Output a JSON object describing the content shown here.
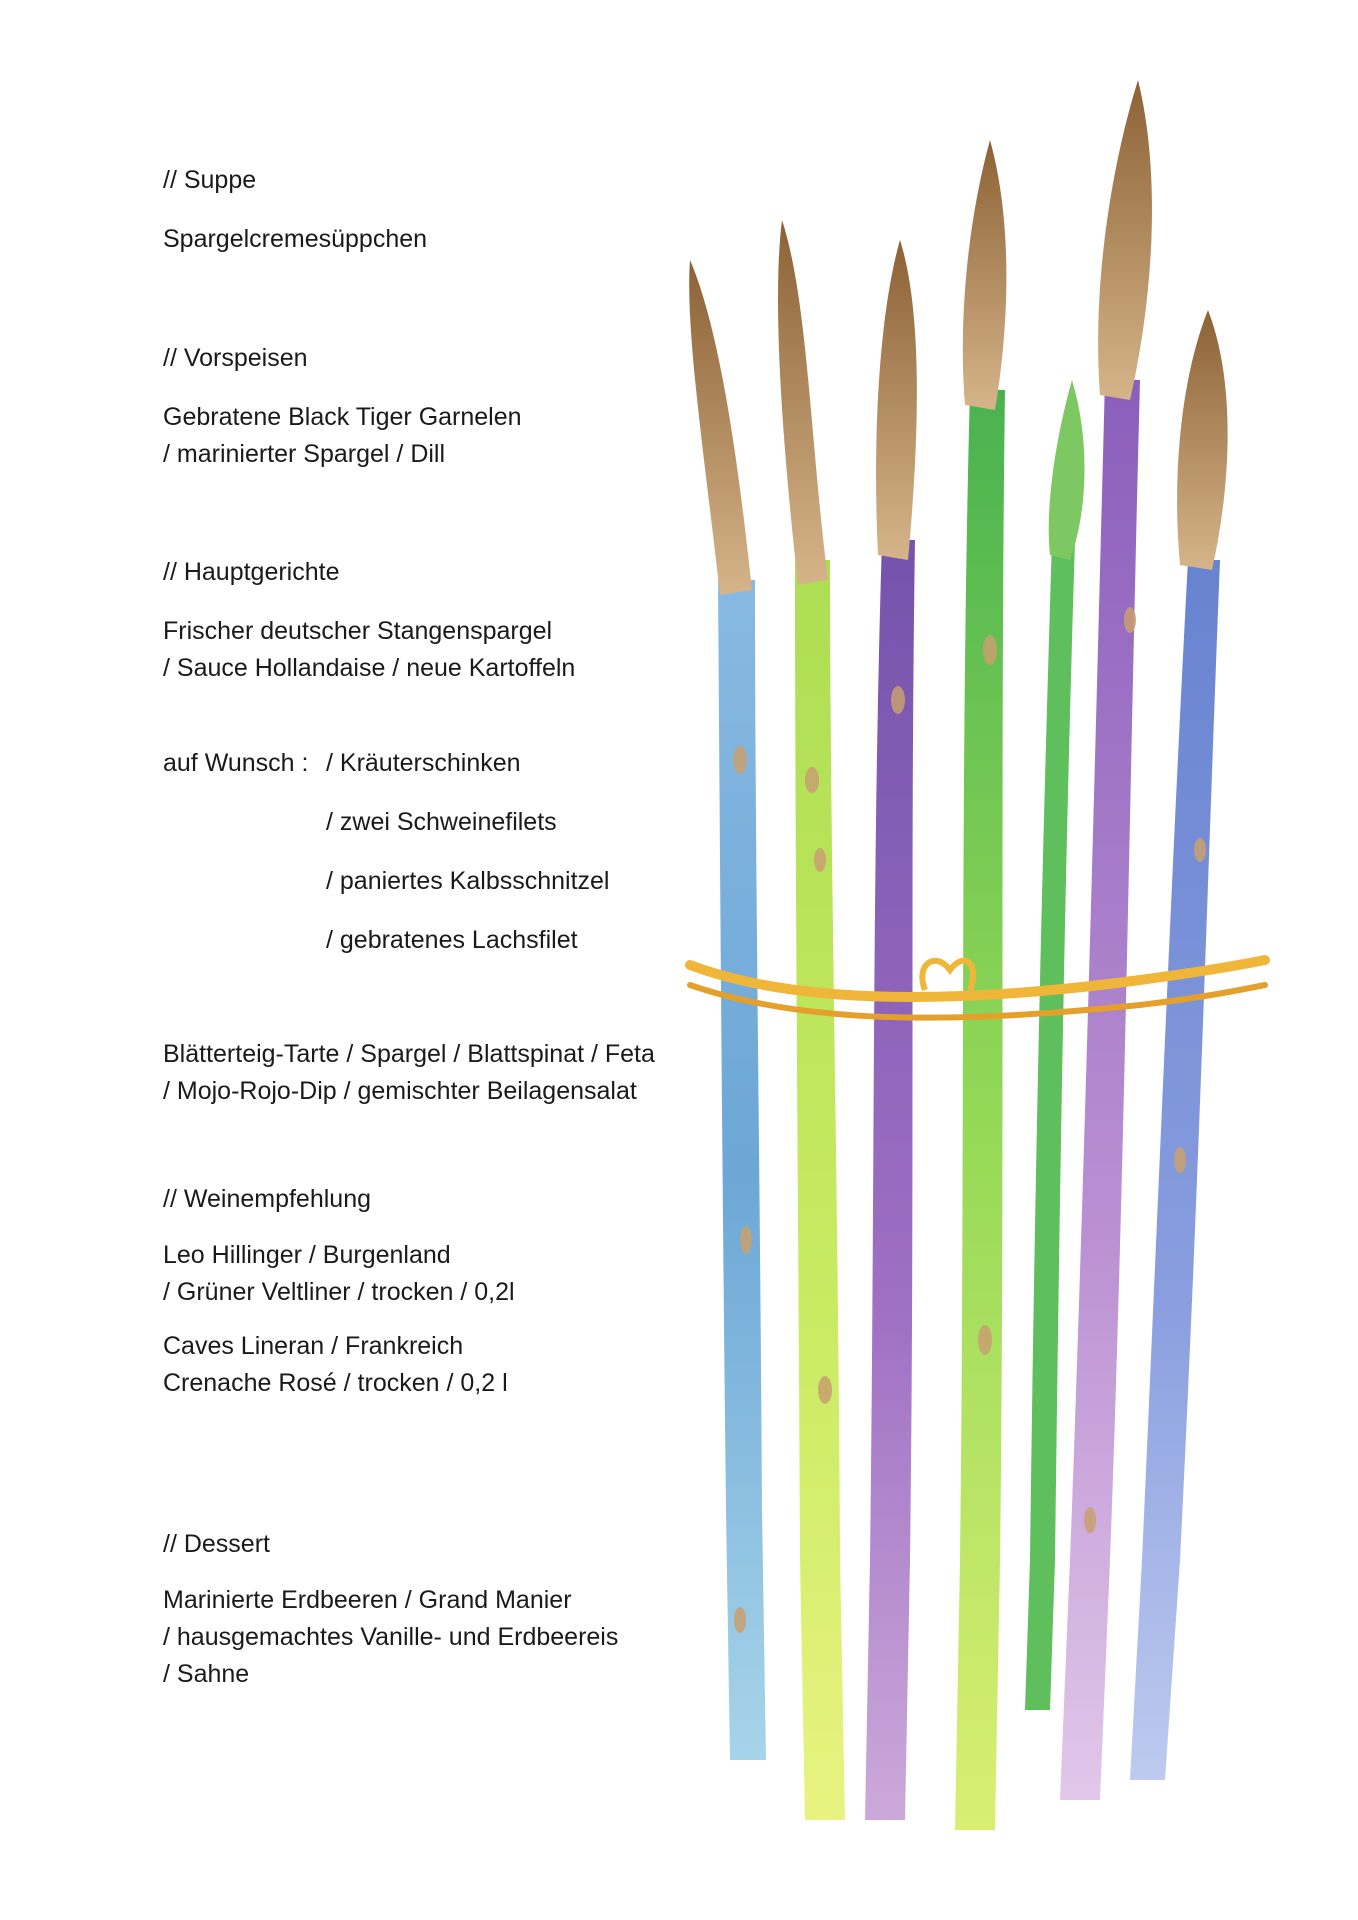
{
  "menu": {
    "suppe": {
      "heading": "// Suppe",
      "dish": "Spargelcremesüppchen"
    },
    "vorspeisen": {
      "heading": "// Vorspeisen",
      "lines": [
        "Gebratene Black Tiger Garnelen",
        "/ marinierter Spargel / Dill"
      ]
    },
    "hauptgerichte": {
      "heading": "// Hauptgerichte",
      "lines": [
        "Frischer deutscher Stangenspargel",
        "/ Sauce Hollandaise / neue Kartoffeln"
      ],
      "wunsch_label": "auf Wunsch :",
      "options": [
        "/ Kräuterschinken",
        "/ zwei Schweinefilets",
        "/ paniertes Kalbsschnitzel",
        "/ gebratenes Lachsfilet"
      ],
      "tarte_lines": [
        "Blätterteig-Tarte / Spargel / Blattspinat / Feta",
        "/ Mojo-Rojo-Dip / gemischter Beilagensalat"
      ]
    },
    "weinempfehlung": {
      "heading": "// Weinempfehlung",
      "wine1": [
        "Leo Hillinger / Burgenland",
        "/ Grüner Veltliner / trocken / 0,2l"
      ],
      "wine2": [
        "Caves Lineran / Frankreich",
        "Crenache Rosé / trocken / 0,2 l"
      ]
    },
    "dessert": {
      "heading": "// Dessert",
      "lines": [
        "Marinierte Erdbeeren / Grand Manier",
        "/ hausgemachtes Vanille- und Erdbeereis",
        "/ Sahne"
      ]
    }
  },
  "illustration": {
    "icon": "asparagus-bundle-icon",
    "colors": {
      "blue": "#6aa7d6",
      "lime": "#b6e04a",
      "purple": "#7b4fa8",
      "green": "#4cb84a",
      "violet": "#9a6cc8",
      "indigo": "#6a7fd0",
      "tip": "#b08a5c",
      "string": "#f0b63a"
    }
  }
}
